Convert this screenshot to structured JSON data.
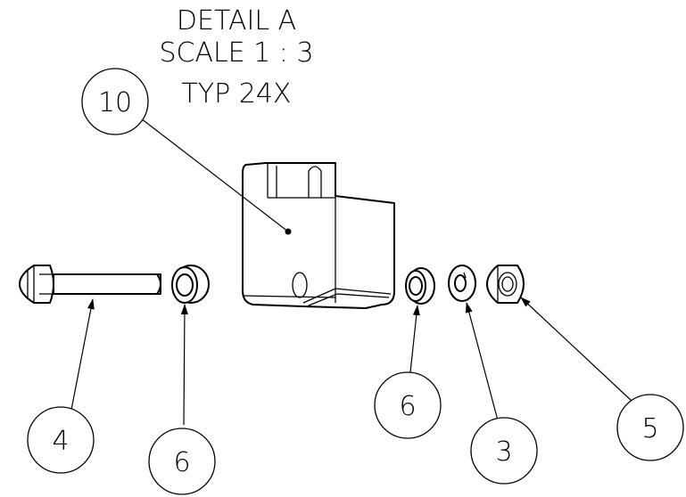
{
  "detail": {
    "title": "DETAIL A",
    "scale": "SCALE 1 : 3",
    "note": "TYP 24X"
  },
  "balloons": {
    "b10": "10",
    "b4": "4",
    "b6_left": "6",
    "b6_right": "6",
    "b3": "3",
    "b5": "5"
  }
}
